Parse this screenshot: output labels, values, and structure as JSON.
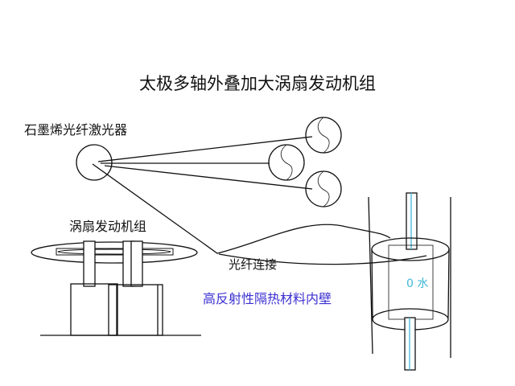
{
  "title": "太极多轴外叠加大涡扇发动机组",
  "labels": {
    "laser": "石墨烯光纤激光器",
    "turbofan": "涡扇发动机组",
    "fiber": "光纤连接",
    "wall": "高反射性隔热材料内壁",
    "water": "0 水"
  },
  "colors": {
    "wall_text": "#3b2fd0",
    "water": "#40b8d8"
  }
}
